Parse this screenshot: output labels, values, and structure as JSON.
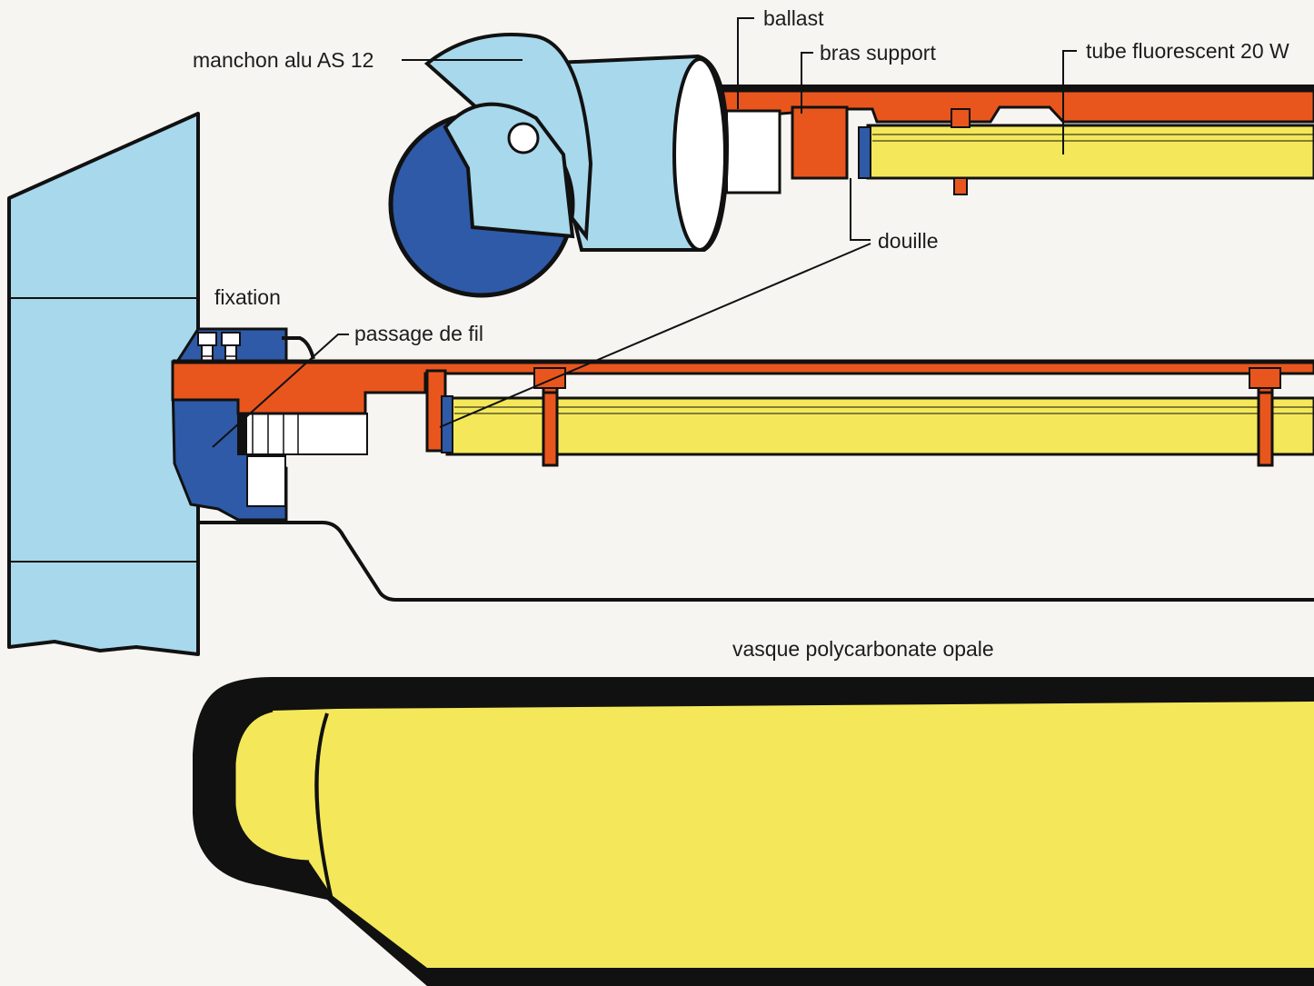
{
  "labels": {
    "manchon": "manchon alu AS 12",
    "ballast": "ballast",
    "bras_support": "bras support",
    "tube": "tube fluorescent 20 W",
    "douille": "douille",
    "fixation": "fixation",
    "passage": "passage de fil",
    "vasque": "vasque polycarbonate opale"
  },
  "colors": {
    "paper": "#f6f5f1",
    "outline": "#111111",
    "light_blue": "#a8d8ec",
    "dark_blue": "#2e5aa8",
    "orange": "#e8561e",
    "yellow": "#f4e85a",
    "white_part": "#ffffff"
  }
}
